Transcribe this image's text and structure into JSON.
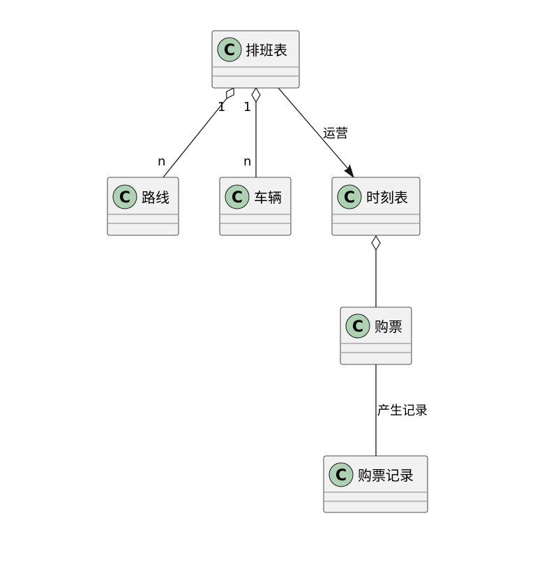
{
  "classes": {
    "schedule": {
      "stereotype": "C",
      "name": "排班表"
    },
    "route": {
      "stereotype": "C",
      "name": "路线"
    },
    "vehicle": {
      "stereotype": "C",
      "name": "车辆"
    },
    "timetable": {
      "stereotype": "C",
      "name": "时刻表"
    },
    "ticket": {
      "stereotype": "C",
      "name": "购票"
    },
    "ticket_record": {
      "stereotype": "C",
      "name": "购票记录"
    }
  },
  "relations": {
    "schedule_route": {
      "from_mult": "1",
      "to_mult": "n",
      "kind": "aggregation"
    },
    "schedule_vehicle": {
      "from_mult": "1",
      "to_mult": "n",
      "kind": "aggregation"
    },
    "schedule_timetable": {
      "label": "运营",
      "kind": "directed-association"
    },
    "timetable_ticket": {
      "kind": "aggregation"
    },
    "ticket_record": {
      "label": "产生记录",
      "kind": "association"
    }
  },
  "colors": {
    "class_fill": "#F1F1F1",
    "stereotype_circle": "#ADD1B2",
    "line": "#181818"
  }
}
